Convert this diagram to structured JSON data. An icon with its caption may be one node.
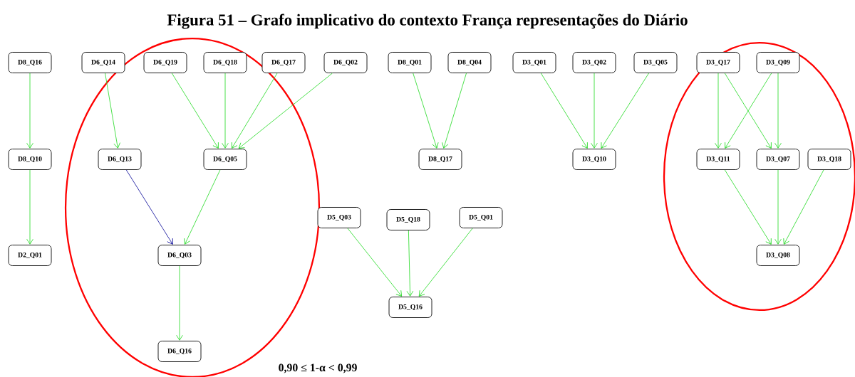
{
  "diagram": {
    "title": "Figura 51 – Grafo implicativo do contexto França representações do Diário",
    "nodes": [
      {
        "text": [],
        "shape": "ellipse"
      },
      {
        "text": [],
        "shape": "ellipse"
      },
      {
        "text": [
          "D8_Q16"
        ]
      },
      {
        "text": [
          "D6_Q14"
        ]
      },
      {
        "text": [
          "D6_Q19"
        ],
        "in": 0
      },
      {
        "text": [
          "D6_Q18"
        ],
        "in": 0
      },
      {
        "text": [
          "D6_Q17"
        ]
      },
      {
        "text": [
          "D6_Q02"
        ]
      },
      {
        "text": [
          "D8_Q01"
        ]
      },
      {
        "text": [
          "D8_Q04"
        ]
      },
      {
        "text": [
          "D3_Q01"
        ]
      },
      {
        "text": [
          "D3_Q02"
        ]
      },
      {
        "text": [
          "D3_Q05"
        ]
      },
      {
        "text": [
          "D3_Q17"
        ],
        "in": 1
      },
      {
        "text": [
          "D3_Q09"
        ],
        "in": 1
      },
      {
        "text": [
          "D8_Q10"
        ]
      },
      {
        "text": [
          "D6_Q13"
        ],
        "in": 0
      },
      {
        "text": [
          "D6_Q05"
        ],
        "in": 0
      },
      {
        "text": [
          "D8_Q17"
        ]
      },
      {
        "text": [
          "D3_Q10"
        ]
      },
      {
        "text": [
          "D3_Q11"
        ],
        "in": 1
      },
      {
        "text": [
          "D3_Q07"
        ],
        "in": 1
      },
      {
        "text": [
          "D3_Q18"
        ],
        "in": 1
      },
      {
        "text": [
          "D5_Q03"
        ]
      },
      {
        "text": [
          "D5_Q18"
        ]
      },
      {
        "text": [
          "D5_Q01"
        ]
      },
      {
        "text": [
          "D2_Q01"
        ]
      },
      {
        "text": [
          "D6_Q03"
        ],
        "in": 0
      },
      {
        "text": [
          "D3_Q08"
        ],
        "in": 1
      },
      {
        "text": [
          "D5_Q16"
        ]
      },
      {
        "text": [
          "D6_Q16"
        ],
        "in": 0
      }
    ],
    "edges": [
      {
        "from": 2,
        "to": 15,
        "arrow": "to"
      },
      {
        "from": 15,
        "to": 26,
        "arrow": "to"
      },
      {
        "from": 3,
        "to": 16,
        "arrow": "to"
      },
      {
        "from": 4,
        "to": 17,
        "arrow": "to"
      },
      {
        "from": 5,
        "to": 17,
        "arrow": "to"
      },
      {
        "from": 6,
        "to": 17,
        "arrow": "to"
      },
      {
        "from": 7,
        "to": 17,
        "arrow": "to"
      },
      {
        "from": 16,
        "to": 27,
        "arrow": "to",
        "color": "#1a1aa0"
      },
      {
        "from": 17,
        "to": 27,
        "arrow": "to"
      },
      {
        "from": 27,
        "to": 30,
        "arrow": "to"
      },
      {
        "from": 8,
        "to": 18,
        "arrow": "to"
      },
      {
        "from": 9,
        "to": 18,
        "arrow": "to"
      },
      {
        "from": 10,
        "to": 19,
        "arrow": "to"
      },
      {
        "from": 11,
        "to": 19,
        "arrow": "to"
      },
      {
        "from": 12,
        "to": 19,
        "arrow": "to"
      },
      {
        "from": 13,
        "to": 20,
        "arrow": "to"
      },
      {
        "from": 13,
        "to": 21,
        "arrow": "to"
      },
      {
        "from": 14,
        "to": 20,
        "arrow": "to"
      },
      {
        "from": 14,
        "to": 21,
        "arrow": "to"
      },
      {
        "from": 20,
        "to": 28,
        "arrow": "to"
      },
      {
        "from": 21,
        "to": 28,
        "arrow": "to"
      },
      {
        "from": 22,
        "to": 28,
        "arrow": "to"
      },
      {
        "from": 23,
        "to": 29,
        "arrow": "to"
      },
      {
        "from": 24,
        "to": 29,
        "arrow": "to"
      },
      {
        "from": 25,
        "to": 29,
        "arrow": "to"
      }
    ],
    "labels": [
      "0,90 ≤ 1-α < 0,99"
    ]
  }
}
